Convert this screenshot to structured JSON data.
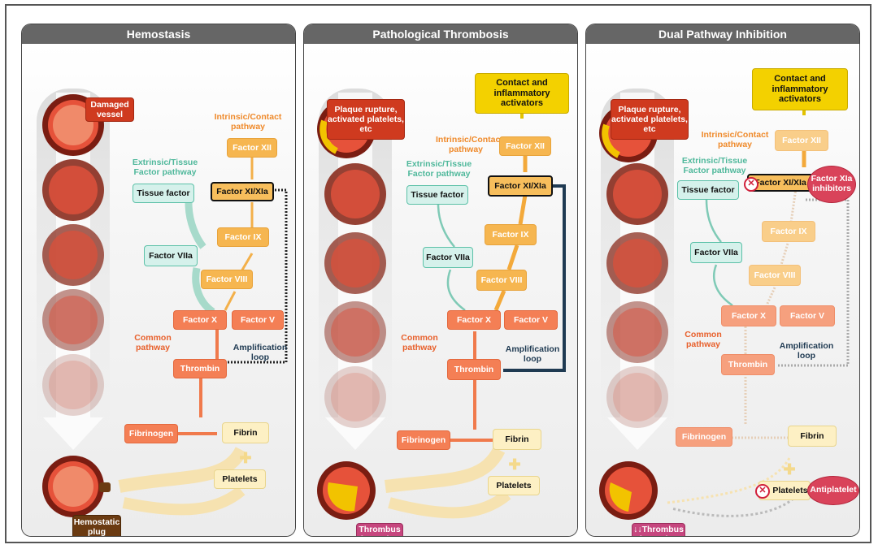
{
  "panels": [
    {
      "title": "Hemostasis",
      "trigger": "Damaged vessel",
      "intrinsic_label": "Intrinsic/Contact pathway",
      "extrinsic_label": "Extrinsic/Tissue Factor pathway",
      "common_label": "Common pathway",
      "amplification_label": "Amplification loop",
      "nodes": {
        "factor_xii": "Factor XII",
        "factor_xi": "Factor XI/XIa",
        "factor_ix": "Factor IX",
        "factor_viii": "Factor VIII",
        "tissue_factor": "Tissue factor",
        "factor_viia": "Factor VIIa",
        "factor_x": "Factor X",
        "factor_v": "Factor V",
        "thrombin": "Thrombin",
        "fibrinogen": "Fibrinogen",
        "fibrin": "Fibrin",
        "platelets": "Platelets"
      },
      "outcome": "Hemostatic plug"
    },
    {
      "title": "Pathological Thrombosis",
      "trigger": "Plaque rupture, activated platelets, etc",
      "activators": "Contact and inflammatory activators",
      "intrinsic_label": "Intrinsic/Contact pathway",
      "extrinsic_label": "Extrinsic/Tissue Factor pathway",
      "common_label": "Common pathway",
      "amplification_label": "Amplification loop",
      "nodes": {
        "factor_xii": "Factor XII",
        "factor_xi": "Factor XI/XIa",
        "factor_ix": "Factor IX",
        "factor_viii": "Factor VIII",
        "tissue_factor": "Tissue factor",
        "factor_viia": "Factor VIIa",
        "factor_x": "Factor X",
        "factor_v": "Factor V",
        "thrombin": "Thrombin",
        "fibrinogen": "Fibrinogen",
        "fibrin": "Fibrin",
        "platelets": "Platelets"
      },
      "outcome": "Thrombus formation"
    },
    {
      "title": "Dual Pathway Inhibition",
      "trigger": "Plaque rupture, activated platelets, etc",
      "activators": "Contact and inflammatory activators",
      "intrinsic_label": "Intrinsic/Contact pathway",
      "extrinsic_label": "Extrinsic/Tissue Factor pathway",
      "common_label": "Common pathway",
      "amplification_label": "Amplification loop",
      "nodes": {
        "factor_xii": "Factor XII",
        "factor_xi": "Factor XI/XIa",
        "factor_ix": "Factor IX",
        "factor_viii": "Factor VIII",
        "tissue_factor": "Tissue factor",
        "factor_viia": "Factor VIIa",
        "factor_x": "Factor X",
        "factor_v": "Factor V",
        "thrombin": "Thrombin",
        "fibrinogen": "Fibrinogen",
        "fibrin": "Fibrin",
        "platelets": "Platelets"
      },
      "xia_inhibitor": "Factor XIa inhibitors",
      "antiplatelet": "Antiplatelet",
      "outcome": "↓↓Thrombus formation"
    }
  ],
  "colors": {
    "intrinsic": "#f6b650",
    "common": "#f47f55",
    "extrinsic": "#5cc1a8",
    "amplification_active": "#1f3a52",
    "inhibitor": "#d9435a",
    "trigger": "#cf3a1f",
    "activators": "#f3d100",
    "outcome_thrombus": "#c6467e",
    "outcome_plug": "#6b3b12"
  },
  "icons": [
    "inhibition-x-icon",
    "plus-icon",
    "vessel-cross-section-icon"
  ]
}
